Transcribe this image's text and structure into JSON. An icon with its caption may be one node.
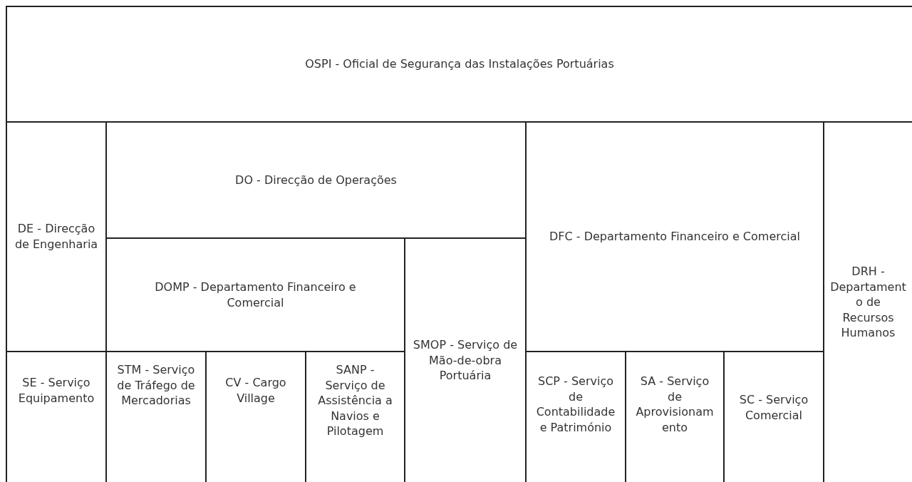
{
  "diagram": {
    "nodes": [
      {
        "text": [
          "OSPI - Oficial de Segurança das Instalações Portuárias"
        ]
      },
      {
        "text": [
          "DE - Direcção de Engenharia"
        ]
      },
      {
        "text": [
          "DO - Direcção de Operações"
        ]
      },
      {
        "text": [
          "DFC - Departamento Financeiro e Comercial"
        ]
      },
      {
        "text": [
          "DRH - Departamento de Recursos Humanos"
        ]
      },
      {
        "text": [
          "DOMP - Departamento Financeiro e Comercial"
        ]
      },
      {
        "text": [
          "SMOP - Serviço de Mão-de-obra Portuária"
        ]
      },
      {
        "text": [
          "SE - Serviço Equipamento"
        ]
      },
      {
        "text": [
          "STM - Serviço de Tráfego de Mercadorias"
        ]
      },
      {
        "text": [
          "CV - Cargo Village"
        ]
      },
      {
        "text": [
          "SANP - Serviço de Assistência a Navios e Pilotagem"
        ]
      },
      {
        "text": [
          "SCP - Serviço de Contabilidade e Património"
        ]
      },
      {
        "text": [
          "SA - Serviço de Aprovisionamento"
        ]
      },
      {
        "text": [
          "SC - Serviço Comercial"
        ]
      }
    ],
    "edges": []
  }
}
